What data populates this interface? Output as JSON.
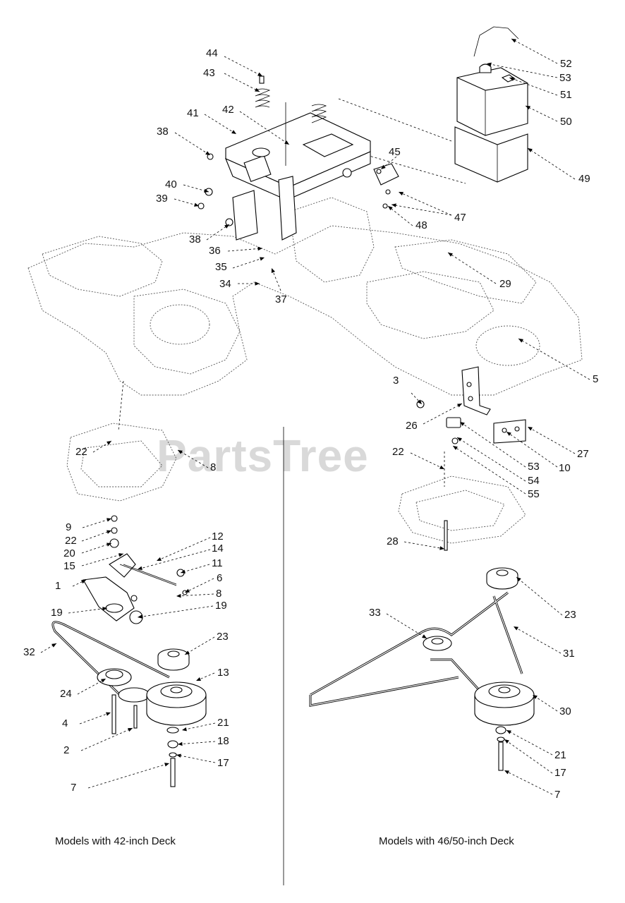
{
  "watermark": "PartsTree",
  "captions": {
    "left": "Models with 42-inch Deck",
    "right": "Models with 46/50-inch Deck"
  },
  "callouts": [
    "44",
    "43",
    "42",
    "41",
    "38",
    "40",
    "39",
    "38",
    "36",
    "35",
    "34",
    "37",
    "45",
    "47",
    "48",
    "29",
    "52",
    "53",
    "51",
    "50",
    "49",
    "5",
    "3",
    "26",
    "27",
    "10",
    "53",
    "54",
    "55",
    "22",
    "8",
    "22",
    "28",
    "9",
    "22",
    "20",
    "15",
    "12",
    "14",
    "11",
    "6",
    "8",
    "1",
    "19",
    "19",
    "32",
    "23",
    "13",
    "24",
    "4",
    "2",
    "21",
    "18",
    "17",
    "7",
    "33",
    "23",
    "31",
    "30",
    "21",
    "17",
    "7"
  ]
}
